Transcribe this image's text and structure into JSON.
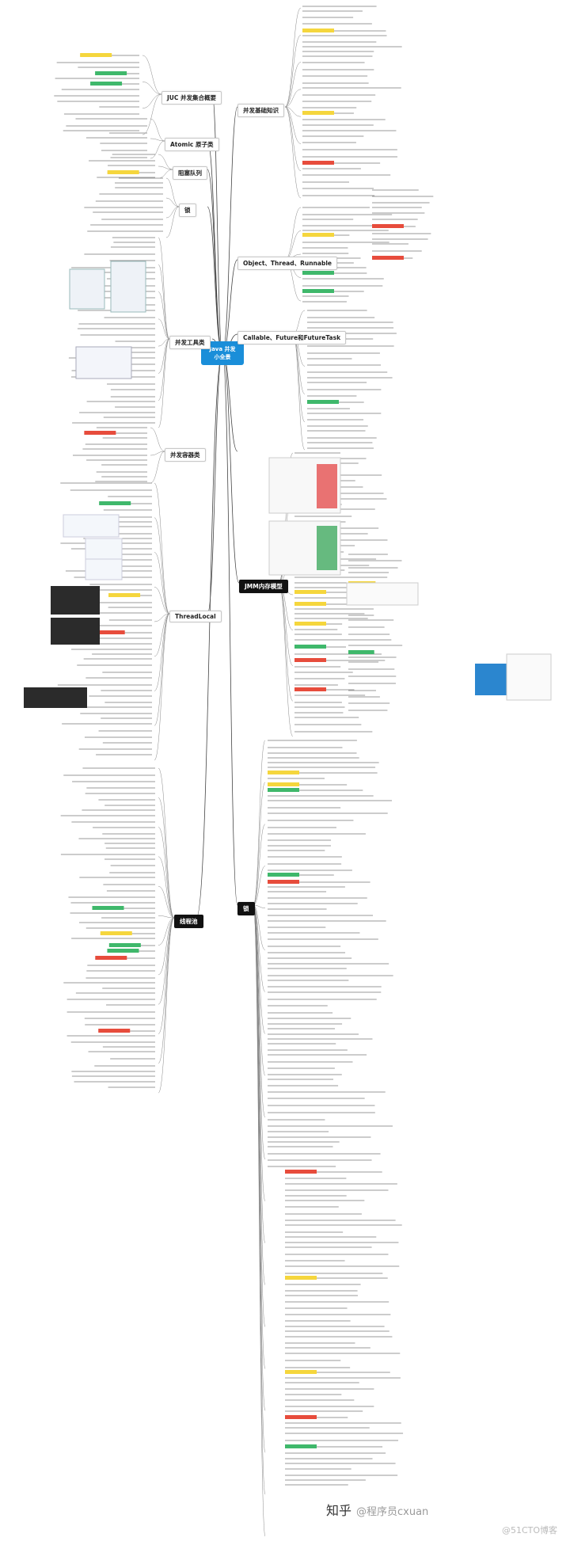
{
  "center_title": [
    "Java 并发",
    "小全景"
  ],
  "branches": {
    "juc_start": "JUC 并发集合概要",
    "atomic": "Atomic 原子类",
    "blocking_queue": "阻塞队列",
    "locks": "锁",
    "tools": "并发工具类",
    "concurrent_containers": "并发容器类",
    "threadlocal": "ThreadLocal",
    "thread_pool": "线程池",
    "concurrency_basics": "并发基础知识",
    "object_thread": "Object、Thread、Runnable",
    "callable_future": "Callable、Future和FutureTask",
    "jmm": "JMM内存模型",
    "lock_big": "锁"
  },
  "watermark": {
    "logo_text": "知乎",
    "account": "@程序员cxuan",
    "source": "@51CTO博客"
  },
  "colors": {
    "center": "#1a8ed9",
    "line": "#444444",
    "leaf_line": "#888888",
    "red_tag": "#e74c3c",
    "yellow_tag": "#f5d63d",
    "green_tag": "#3fb86b",
    "blue_tag": "#2b86cf"
  }
}
